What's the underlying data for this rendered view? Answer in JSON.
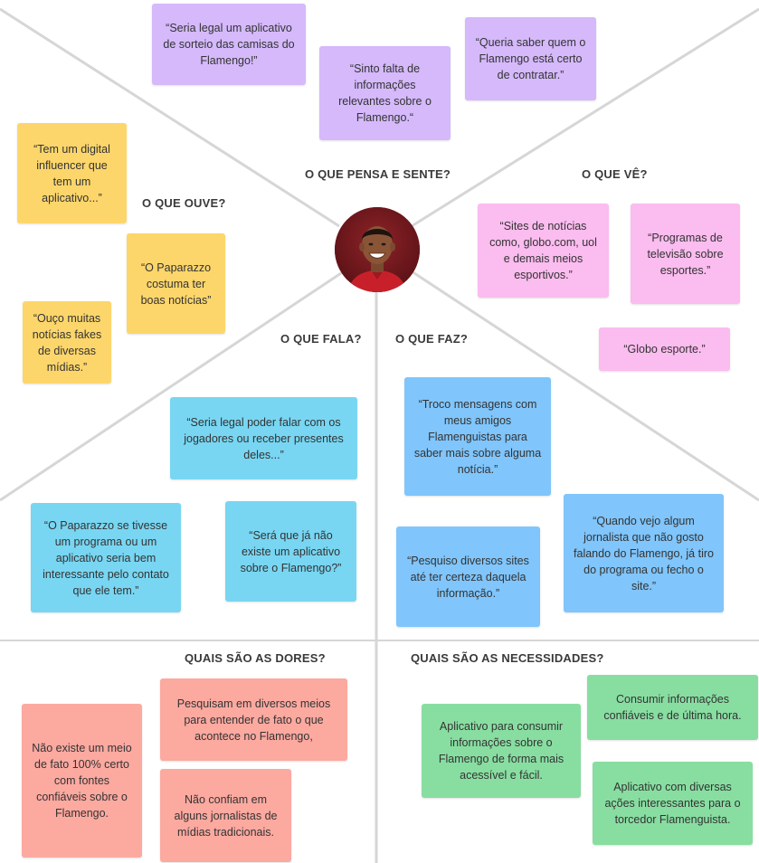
{
  "labels": {
    "pensa": "O QUE PENSA E SENTE?",
    "ve": "O QUE VÊ?",
    "ouve": "O QUE OUVE?",
    "fala": "O QUE FALA?",
    "faz": "O QUE FAZ?",
    "dores": "QUAIS SÃO AS DORES?",
    "necessidades": "QUAIS SÃO AS NECESSIDADES?"
  },
  "notes": {
    "pensa": [
      "“Seria legal um aplicativo de sorteio das camisas do Flamengo!”",
      "“Sinto falta de informações relevantes sobre o Flamengo.“",
      "“Queria saber quem o Flamengo está certo de contratar.”"
    ],
    "ouve": [
      "“Tem um digital influencer que tem um aplicativo...”",
      "“O Paparazzo costuma ter boas notícias”",
      "“Ouço muitas notícias fakes de diversas mídias.”"
    ],
    "ve": [
      "“Sites de notícias como, globo.com, uol e demais meios esportivos.”",
      "“Programas de televisão sobre esportes.”",
      "“Globo esporte.”"
    ],
    "fala": [
      "“Seria legal poder falar com os jogadores ou receber presentes deles...”",
      "“O Paparazzo se tivesse um programa ou um aplicativo seria bem interessante pelo contato que ele tem.”",
      "“Será que já não existe um aplicativo sobre o Flamengo?”"
    ],
    "faz": [
      "“Troco mensagens com meus amigos Flamenguistas para saber mais sobre alguma notícia.”",
      "“Pesquiso diversos sites até ter certeza daquela informação.”",
      "“Quando vejo algum jornalista que não gosto falando do Flamengo, já tiro do programa ou fecho o site.”"
    ],
    "dores": [
      "Não existe um meio de fato 100% certo com fontes confiáveis sobre o Flamengo.",
      "Pesquisam em diversos meios para entender de fato o que acontece no Flamengo,",
      "Não confiam em alguns jornalistas de mídias tradicionais."
    ],
    "necessidades": [
      "Aplicativo para consumir informações sobre o Flamengo de forma mais acessível e fácil.",
      "Consumir informações confiáveis e de última hora.",
      "Aplicativo com diversas ações interessantes para o torcedor Flamenguista."
    ]
  },
  "colors": {
    "pensa": "#d5b9fb",
    "ouve": "#fdd66b",
    "ve": "#fbbcef",
    "fala": "#78d6f2",
    "faz": "#80c5fb",
    "dores": "#fca9a0",
    "necessidades": "#88dea1",
    "lines": "#d6d6d6"
  },
  "avatar": {
    "icon": "person-avatar-icon"
  }
}
